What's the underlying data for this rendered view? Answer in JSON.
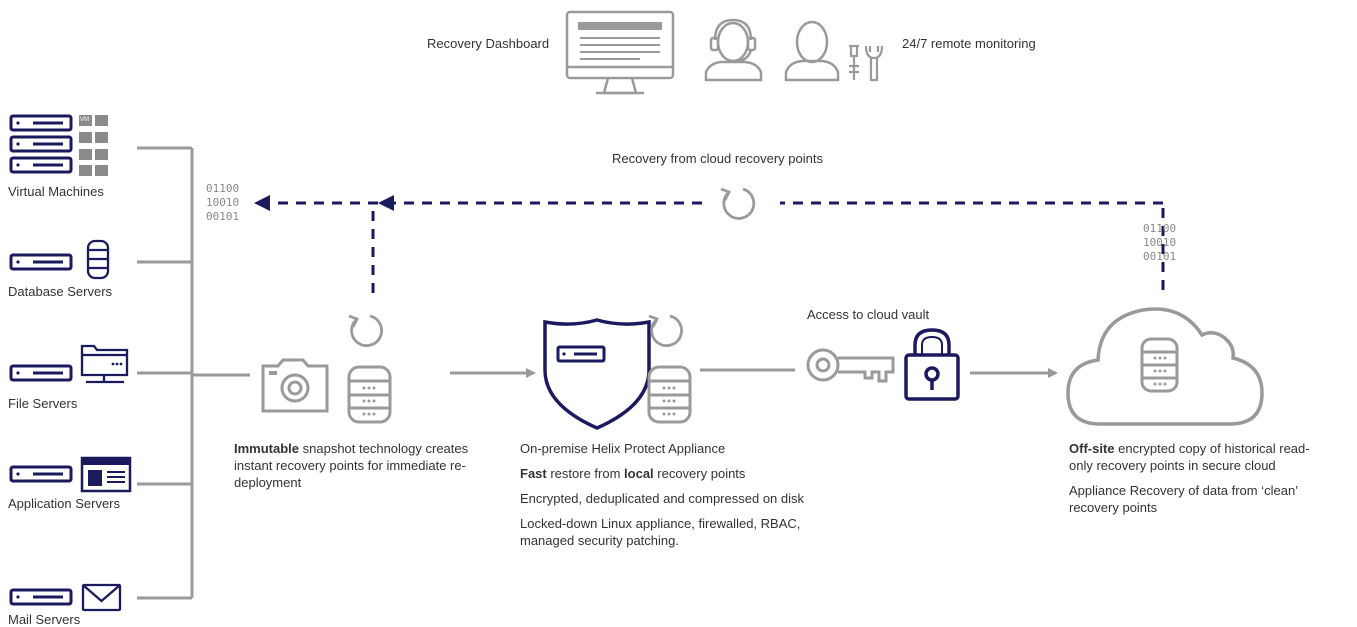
{
  "top": {
    "dashboard_label": "Recovery Dashboard",
    "monitoring_label": "24/7 remote monitoring"
  },
  "sources": [
    {
      "label": "Virtual Machines",
      "vm_tag": "VM"
    },
    {
      "label": "Database Servers"
    },
    {
      "label": "File Servers"
    },
    {
      "label": "Application Servers"
    },
    {
      "label": "Mail Servers"
    }
  ],
  "cloud_recovery_label": "Recovery from cloud recovery points",
  "vault_label": "Access to cloud vault",
  "binary_left": "01100\n10010\n00101",
  "binary_right": "01100\n10010\n00101",
  "snapshot": {
    "bold": "Immutable",
    "rest": " snapshot technology creates instant recovery points for immediate re-deployment"
  },
  "appliance": {
    "line1": "On-premise Helix Protect Appliance",
    "line2_bold1": "Fast",
    "line2_mid": " restore from ",
    "line2_bold2": "local",
    "line2_end": " recovery points",
    "line3": "Encrypted, deduplicated and compressed on disk",
    "line4": "Locked-down Linux appliance, firewalled, RBAC, managed security patching."
  },
  "cloud": {
    "line1_bold": "Off-site",
    "line1_rest": " encrypted copy of historical read-only recovery points in secure cloud",
    "line2": "Appliance Recovery of data from ‘clean’ recovery points"
  },
  "colors": {
    "navy": "#1c1a5e",
    "gray": "#9a9a9a",
    "text": "#333333"
  }
}
